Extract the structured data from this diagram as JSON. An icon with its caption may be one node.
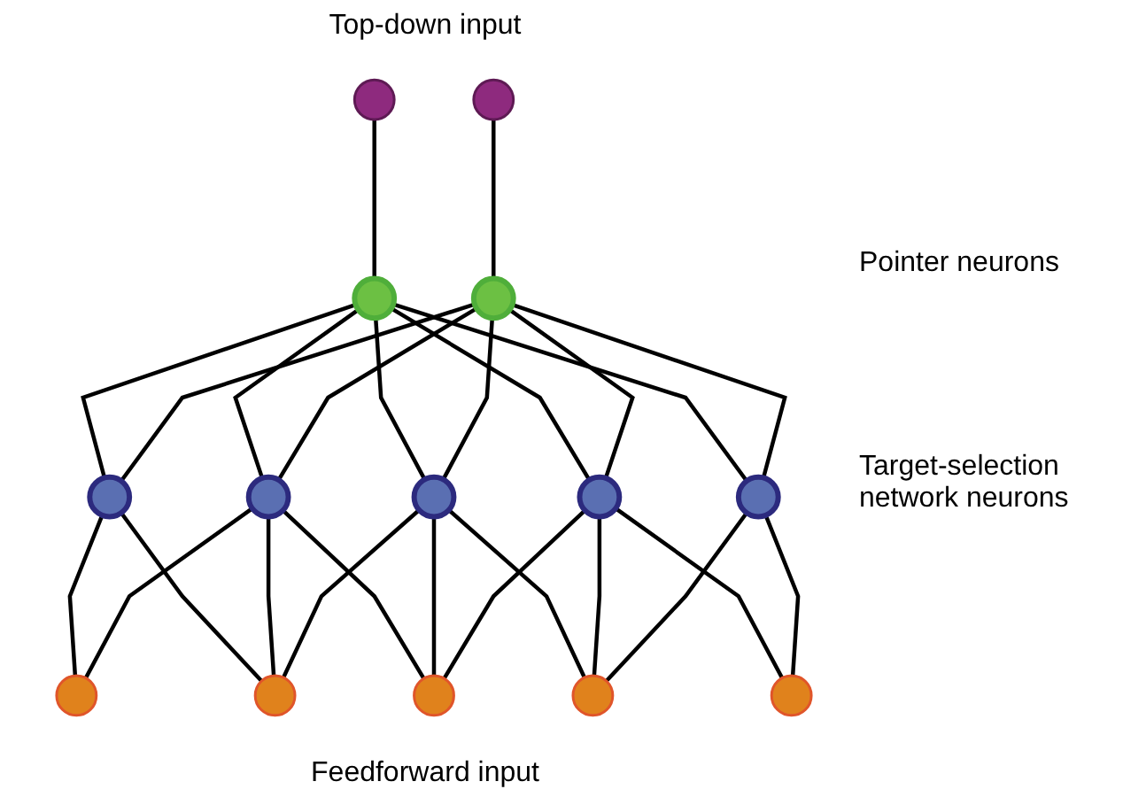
{
  "diagram": {
    "nodes": [
      {
        "text": [],
        "shape": "circle"
      },
      {
        "text": [],
        "shape": "circle"
      },
      {
        "text": [],
        "shape": "circle"
      },
      {
        "text": [],
        "shape": "circle"
      },
      {
        "text": [],
        "shape": "circle"
      },
      {
        "text": [],
        "shape": "circle"
      },
      {
        "text": [],
        "shape": "circle"
      },
      {
        "text": [],
        "shape": "circle"
      },
      {
        "text": [],
        "shape": "circle"
      },
      {
        "text": [],
        "shape": "circle"
      },
      {
        "text": [],
        "shape": "circle"
      },
      {
        "text": [],
        "shape": "circle"
      },
      {
        "text": [],
        "shape": "circle"
      },
      {
        "text": [],
        "shape": "circle"
      }
    ],
    "edges": [
      {
        "from": 0,
        "to": 2,
        "arrow": "none"
      },
      {
        "from": 1,
        "to": 3,
        "arrow": "none"
      },
      {
        "from": 2,
        "to": 4,
        "arrow": "none"
      },
      {
        "from": 2,
        "to": 5,
        "arrow": "none"
      },
      {
        "from": 2,
        "to": 6,
        "arrow": "none"
      },
      {
        "from": 2,
        "to": 7,
        "arrow": "none"
      },
      {
        "from": 2,
        "to": 8,
        "arrow": "none"
      },
      {
        "from": 3,
        "to": 4,
        "arrow": "none"
      },
      {
        "from": 3,
        "to": 5,
        "arrow": "none"
      },
      {
        "from": 3,
        "to": 6,
        "arrow": "none"
      },
      {
        "from": 3,
        "to": 7,
        "arrow": "none"
      },
      {
        "from": 3,
        "to": 8,
        "arrow": "none"
      },
      {
        "from": 4,
        "to": 9,
        "arrow": "none"
      },
      {
        "from": 4,
        "to": 10,
        "arrow": "none"
      },
      {
        "from": 5,
        "to": 9,
        "arrow": "none"
      },
      {
        "from": 5,
        "to": 10,
        "arrow": "none"
      },
      {
        "from": 5,
        "to": 11,
        "arrow": "none"
      },
      {
        "from": 6,
        "to": 10,
        "arrow": "none"
      },
      {
        "from": 6,
        "to": 11,
        "arrow": "none"
      },
      {
        "from": 6,
        "to": 12,
        "arrow": "none"
      },
      {
        "from": 7,
        "to": 11,
        "arrow": "none"
      },
      {
        "from": 7,
        "to": 12,
        "arrow": "none"
      },
      {
        "from": 7,
        "to": 13,
        "arrow": "none"
      },
      {
        "from": 8,
        "to": 12,
        "arrow": "none"
      },
      {
        "from": 8,
        "to": 13,
        "arrow": "none"
      }
    ],
    "labels": [
      "Top-down input",
      "Pointer neurons",
      "Target-selection network neurons",
      "Feedforward input"
    ]
  }
}
